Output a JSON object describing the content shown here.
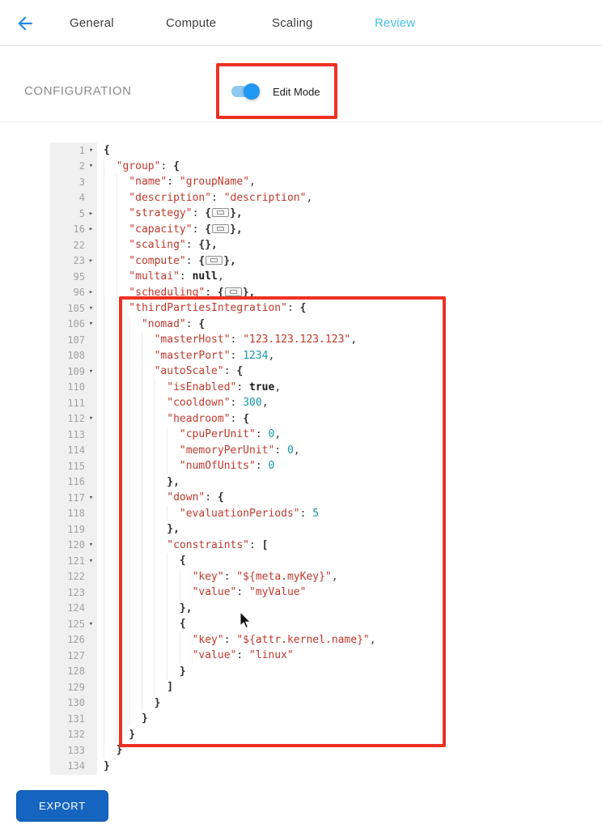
{
  "header": {
    "tabs": [
      {
        "label": "General",
        "active": false
      },
      {
        "label": "Compute",
        "active": false
      },
      {
        "label": "Scaling",
        "active": false
      },
      {
        "label": "Review",
        "active": true
      }
    ]
  },
  "config": {
    "label": "CONFIGURATION",
    "edit_mode_label": "Edit Mode",
    "toggle_state": "on"
  },
  "colors": {
    "annotation_red": "#ee3124",
    "toggle_blue": "#2196f3",
    "active_tab_blue": "#45c0e8",
    "export_blue": "#1565c0",
    "syntax_key": "#c0392b",
    "syntax_string": "#c0392b",
    "syntax_number": "#1598a8",
    "gutter_bg": "#f0f0f0"
  },
  "editor": {
    "lines": [
      {
        "n": 1,
        "f": "o",
        "i": 0,
        "t": [
          [
            "p",
            "{"
          ]
        ]
      },
      {
        "n": 2,
        "f": "o",
        "i": 1,
        "t": [
          [
            "k",
            "\"group\""
          ],
          [
            "d",
            ": "
          ],
          [
            "p",
            "{"
          ]
        ]
      },
      {
        "n": 3,
        "i": 2,
        "t": [
          [
            "k",
            "\"name\""
          ],
          [
            "d",
            ": "
          ],
          [
            "s",
            "\"groupName\""
          ],
          [
            "d",
            ","
          ]
        ]
      },
      {
        "n": 4,
        "i": 2,
        "t": [
          [
            "k",
            "\"description\""
          ],
          [
            "d",
            ": "
          ],
          [
            "s",
            "\"description\""
          ],
          [
            "d",
            ","
          ]
        ]
      },
      {
        "n": 5,
        "f": "c",
        "i": 2,
        "t": [
          [
            "k",
            "\"strategy\""
          ],
          [
            "d",
            ": "
          ],
          [
            "p",
            "{"
          ],
          [
            "f",
            ""
          ],
          [
            "p",
            "},"
          ]
        ]
      },
      {
        "n": 16,
        "f": "c",
        "i": 2,
        "t": [
          [
            "k",
            "\"capacity\""
          ],
          [
            "d",
            ": "
          ],
          [
            "p",
            "{"
          ],
          [
            "f",
            ""
          ],
          [
            "p",
            "},"
          ]
        ]
      },
      {
        "n": 22,
        "i": 2,
        "t": [
          [
            "k",
            "\"scaling\""
          ],
          [
            "d",
            ": "
          ],
          [
            "p",
            "{},"
          ]
        ]
      },
      {
        "n": 23,
        "f": "c",
        "i": 2,
        "t": [
          [
            "k",
            "\"compute\""
          ],
          [
            "d",
            ": "
          ],
          [
            "p",
            "{"
          ],
          [
            "f",
            ""
          ],
          [
            "p",
            "},"
          ]
        ]
      },
      {
        "n": 95,
        "i": 2,
        "t": [
          [
            "k",
            "\"multai\""
          ],
          [
            "d",
            ": "
          ],
          [
            "b",
            "null"
          ],
          [
            "d",
            ","
          ]
        ]
      },
      {
        "n": 96,
        "f": "c",
        "i": 2,
        "t": [
          [
            "k",
            "\"scheduling\""
          ],
          [
            "d",
            ": "
          ],
          [
            "p",
            "{"
          ],
          [
            "f",
            ""
          ],
          [
            "p",
            "},"
          ]
        ]
      },
      {
        "n": 105,
        "f": "o",
        "i": 2,
        "t": [
          [
            "k",
            "\"thirdPartiesIntegration\""
          ],
          [
            "d",
            ": "
          ],
          [
            "p",
            "{"
          ]
        ]
      },
      {
        "n": 106,
        "f": "o",
        "i": 3,
        "t": [
          [
            "k",
            "\"nomad\""
          ],
          [
            "d",
            ": "
          ],
          [
            "p",
            "{"
          ]
        ]
      },
      {
        "n": 107,
        "i": 4,
        "t": [
          [
            "k",
            "\"masterHost\""
          ],
          [
            "d",
            ": "
          ],
          [
            "s",
            "\"123.123.123.123\""
          ],
          [
            "d",
            ","
          ]
        ]
      },
      {
        "n": 108,
        "i": 4,
        "t": [
          [
            "k",
            "\"masterPort\""
          ],
          [
            "d",
            ": "
          ],
          [
            "n",
            "1234"
          ],
          [
            "d",
            ","
          ]
        ]
      },
      {
        "n": 109,
        "f": "o",
        "i": 4,
        "t": [
          [
            "k",
            "\"autoScale\""
          ],
          [
            "d",
            ": "
          ],
          [
            "p",
            "{"
          ]
        ]
      },
      {
        "n": 110,
        "i": 5,
        "t": [
          [
            "k",
            "\"isEnabled\""
          ],
          [
            "d",
            ": "
          ],
          [
            "b",
            "true"
          ],
          [
            "d",
            ","
          ]
        ]
      },
      {
        "n": 111,
        "i": 5,
        "t": [
          [
            "k",
            "\"cooldown\""
          ],
          [
            "d",
            ": "
          ],
          [
            "n",
            "300"
          ],
          [
            "d",
            ","
          ]
        ]
      },
      {
        "n": 112,
        "f": "o",
        "i": 5,
        "t": [
          [
            "k",
            "\"headroom\""
          ],
          [
            "d",
            ": "
          ],
          [
            "p",
            "{"
          ]
        ]
      },
      {
        "n": 113,
        "i": 6,
        "t": [
          [
            "k",
            "\"cpuPerUnit\""
          ],
          [
            "d",
            ": "
          ],
          [
            "n",
            "0"
          ],
          [
            "d",
            ","
          ]
        ]
      },
      {
        "n": 114,
        "i": 6,
        "t": [
          [
            "k",
            "\"memoryPerUnit\""
          ],
          [
            "d",
            ": "
          ],
          [
            "n",
            "0"
          ],
          [
            "d",
            ","
          ]
        ]
      },
      {
        "n": 115,
        "i": 6,
        "t": [
          [
            "k",
            "\"numOfUnits\""
          ],
          [
            "d",
            ": "
          ],
          [
            "n",
            "0"
          ]
        ]
      },
      {
        "n": 116,
        "i": 5,
        "t": [
          [
            "p",
            "},"
          ]
        ]
      },
      {
        "n": 117,
        "f": "o",
        "i": 5,
        "t": [
          [
            "k",
            "\"down\""
          ],
          [
            "d",
            ": "
          ],
          [
            "p",
            "{"
          ]
        ]
      },
      {
        "n": 118,
        "i": 6,
        "t": [
          [
            "k",
            "\"evaluationPeriods\""
          ],
          [
            "d",
            ": "
          ],
          [
            "n",
            "5"
          ]
        ]
      },
      {
        "n": 119,
        "i": 5,
        "t": [
          [
            "p",
            "},"
          ]
        ]
      },
      {
        "n": 120,
        "f": "o",
        "i": 5,
        "t": [
          [
            "k",
            "\"constraints\""
          ],
          [
            "d",
            ": "
          ],
          [
            "p",
            "["
          ]
        ]
      },
      {
        "n": 121,
        "f": "o",
        "i": 6,
        "t": [
          [
            "p",
            "{"
          ]
        ]
      },
      {
        "n": 122,
        "i": 7,
        "t": [
          [
            "k",
            "\"key\""
          ],
          [
            "d",
            ": "
          ],
          [
            "s",
            "\"${meta.myKey}\""
          ],
          [
            "d",
            ","
          ]
        ]
      },
      {
        "n": 123,
        "i": 7,
        "t": [
          [
            "k",
            "\"value\""
          ],
          [
            "d",
            ": "
          ],
          [
            "s",
            "\"myValue\""
          ]
        ]
      },
      {
        "n": 124,
        "i": 6,
        "t": [
          [
            "p",
            "},"
          ]
        ]
      },
      {
        "n": 125,
        "f": "o",
        "i": 6,
        "t": [
          [
            "p",
            "{"
          ]
        ]
      },
      {
        "n": 126,
        "i": 7,
        "t": [
          [
            "k",
            "\"key\""
          ],
          [
            "d",
            ": "
          ],
          [
            "s",
            "\"${attr.kernel.name}\""
          ],
          [
            "d",
            ","
          ]
        ]
      },
      {
        "n": 127,
        "i": 7,
        "t": [
          [
            "k",
            "\"value\""
          ],
          [
            "d",
            ": "
          ],
          [
            "s",
            "\"linux\""
          ]
        ]
      },
      {
        "n": 128,
        "i": 6,
        "t": [
          [
            "p",
            "}"
          ]
        ]
      },
      {
        "n": 129,
        "i": 5,
        "t": [
          [
            "p",
            "]"
          ]
        ]
      },
      {
        "n": 130,
        "i": 4,
        "t": [
          [
            "p",
            "}"
          ]
        ]
      },
      {
        "n": 131,
        "i": 3,
        "t": [
          [
            "p",
            "}"
          ]
        ]
      },
      {
        "n": 132,
        "i": 2,
        "t": [
          [
            "p",
            "}"
          ]
        ]
      },
      {
        "n": 133,
        "i": 1,
        "t": [
          [
            "p",
            "}"
          ]
        ]
      },
      {
        "n": 134,
        "i": 0,
        "t": [
          [
            "p",
            "}"
          ]
        ]
      }
    ]
  },
  "footer": {
    "export_label": "EXPORT"
  }
}
